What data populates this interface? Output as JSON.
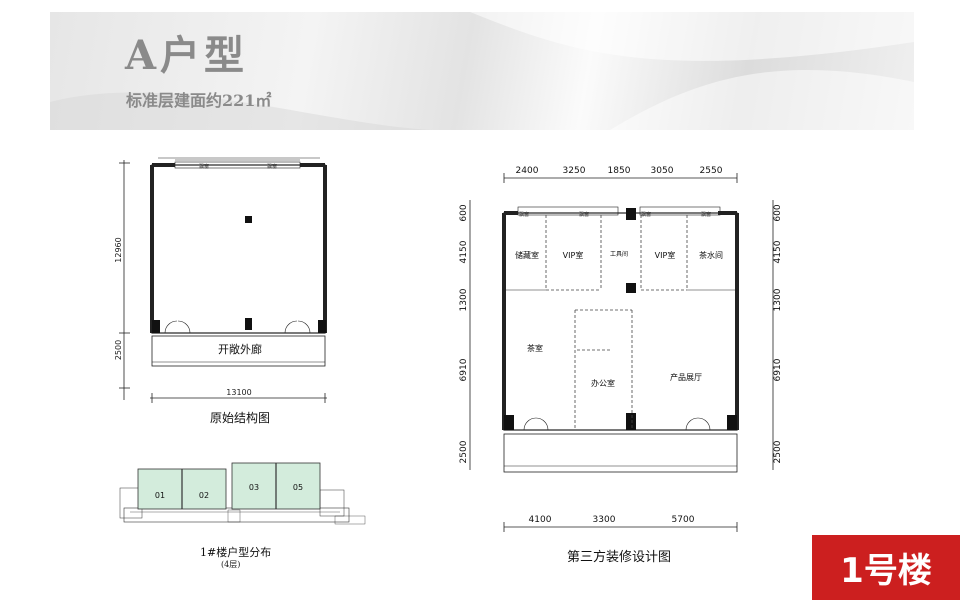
{
  "header": {
    "title": "A户型",
    "subtitle": "标准层建面约221㎡"
  },
  "original_plan": {
    "caption": "原始结构图",
    "dim_depth": "12960",
    "dim_corridor": "2500",
    "dim_width": "13100",
    "corridor_label": "开敞外廊",
    "window_labels": [
      "飘窗",
      "飘窗"
    ]
  },
  "distribution_plan": {
    "caption": "1#楼户型分布",
    "caption_sub": "(4层)",
    "units": [
      "01",
      "02",
      "03",
      "05"
    ],
    "unit_color": "#d3ecdc"
  },
  "fitout_plan": {
    "caption": "第三方装修设计图",
    "top_dims": [
      "2400",
      "3250",
      "1850",
      "3050",
      "2550"
    ],
    "bottom_dims": [
      "4100",
      "3300",
      "5700"
    ],
    "left_dims": [
      "600",
      "4150",
      "1300",
      "6910",
      "2500"
    ],
    "right_dims": [
      "600",
      "4150",
      "1300",
      "6910",
      "2500"
    ],
    "rooms": {
      "storage": "储藏室",
      "vip1": "VIP室",
      "tool": "工具间",
      "vip2": "VIP室",
      "tea_water": "茶水间",
      "tea": "茶室",
      "office": "办公室",
      "showroom": "产品展厅"
    },
    "window_labels": [
      "飘窗",
      "飘窗",
      "飘窗",
      "飘窗"
    ]
  },
  "badge": {
    "label": "1号楼",
    "color": "#cc1f1f"
  }
}
